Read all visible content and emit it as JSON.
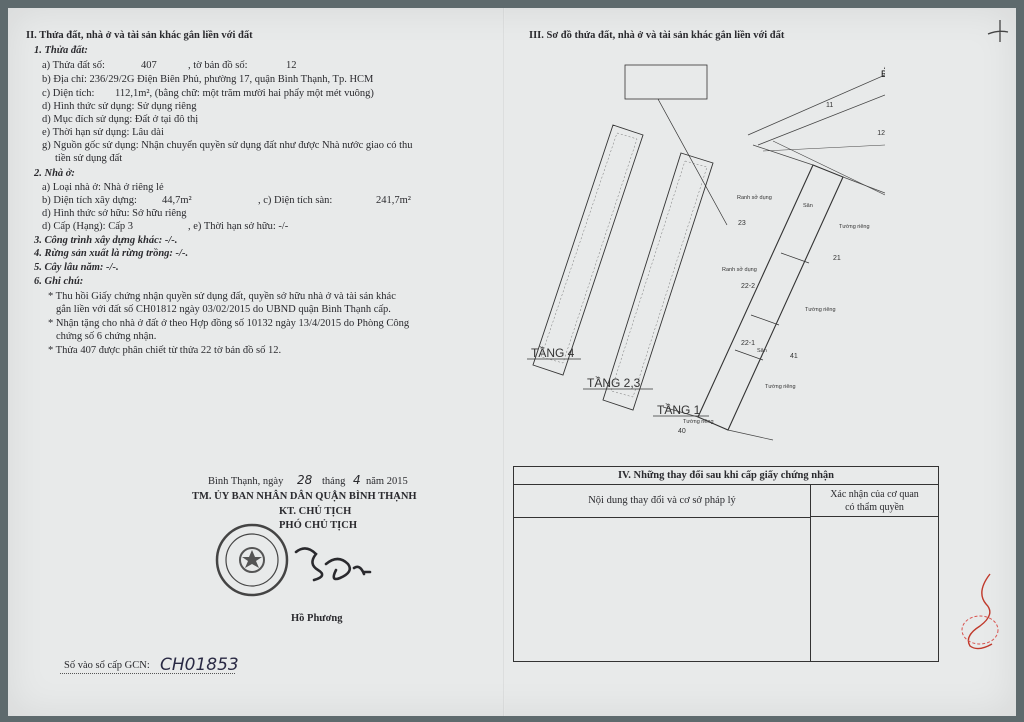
{
  "left": {
    "section_title": "II. Thửa đất, nhà ở và tài sản khác gắn liền với đất",
    "land": {
      "heading": "1. Thửa đất:",
      "parcel_label": "a) Thửa đất số:",
      "parcel_no": "407",
      "map_label": ", tờ bản đồ số:",
      "map_no": "12",
      "address": "b) Địa chỉ:  236/29/2G Điện Biên Phủ, phường 17, quận Bình Thạnh, Tp. HCM",
      "area_label": "c) Diện tích:",
      "area_value": "112,1m², (bằng chữ: một trăm mười hai phẩy một mét vuông)",
      "usage_form": "d) Hình thức sử dụng:   Sử dụng riêng",
      "usage_purpose": "d) Mục đích sử dụng:   Đất ở tại đô thị",
      "usage_term": "e) Thời hạn sử dụng:   Lâu dài",
      "origin_1": "g) Nguồn gốc sử dụng:  Nhận chuyển quyền sử dụng đất như được Nhà nước giao có thu",
      "origin_2": "tiền sử dụng đất"
    },
    "house": {
      "heading": "2. Nhà ở:",
      "type": "a) Loại nhà ở:      Nhà ở riêng lẻ",
      "build_area_label": "b) Diện tích xây dựng:",
      "build_area": "44,7m²",
      "floor_area_label": ", c) Diện tích sàn:",
      "floor_area": "241,7m²",
      "ownership": "d) Hình thức sở hữu:        Sở hữu riêng",
      "grade": "d) Cấp (Hạng):  Cấp 3",
      "term": ", e) Thời hạn sở hữu:         -/-"
    },
    "item3": "3. Công trình xây dựng khác: -/-.",
    "item4": "4. Rừng sản xuất là rừng trồng: -/-.",
    "item5": "5. Cây lâu năm: -/-.",
    "item6": "6. Ghi chú:",
    "notes": [
      "* Thu hồi Giấy chứng nhận quyền sử dụng đất, quyền sở hữu nhà ở và tài sản khác",
      "gắn liền với đất số CH01812  ngày 03/02/2015 do UBND quận Bình Thạnh cấp.",
      "* Nhận tặng cho nhà ở đất ở theo Hợp đồng số 10132 ngày 13/4/2015 do Phòng Công",
      "chứng số 6 chứng nhận.",
      "* Thửa 407 được phân chiết từ thửa 22 tờ bản đồ số 12."
    ],
    "date_place": "Bình Thạnh, ngày",
    "date_day": "28",
    "date_month_label": "tháng",
    "date_month": "4",
    "date_year": "năm 2015",
    "org": "TM. ỦY BAN NHÂN DÂN QUẬN BÌNH THẠNH",
    "kt": "KT. CHỦ TỊCH",
    "vice": "PHÓ CHỦ TỊCH",
    "signer": "Hồ Phương",
    "reg_label": "Số vào sổ cấp GCN:",
    "reg_no": "CH01853"
  },
  "right": {
    "section_title": "III. Sơ đồ thửa đất, nhà ở và tài sản khác gắn liền với đất",
    "north": "B",
    "floor_labels": [
      "TẦNG 4",
      "TẦNG 2,3",
      "TẦNG 1"
    ],
    "parcel_labels": [
      "11",
      "12",
      "23",
      "21",
      "22-2",
      "22-1",
      "41",
      "40"
    ],
    "annotations": [
      "Ranh sở dụng",
      "Ranh sở dụng",
      "Tường riêng",
      "Tường riêng",
      "Tường riêng",
      "Tường riêng",
      "Sân",
      "Sân"
    ],
    "changes": {
      "title": "IV. Những thay đổi sau khi cấp giấy chứng nhận",
      "col1": "Nội dung thay đổi và cơ sở pháp lý",
      "col2_line1": "Xác nhận của cơ quan",
      "col2_line2": "có thẩm quyền"
    }
  },
  "colors": {
    "paper": "#e8eaea",
    "ink": "#2a2a2e",
    "stamp": "#c0392b"
  }
}
